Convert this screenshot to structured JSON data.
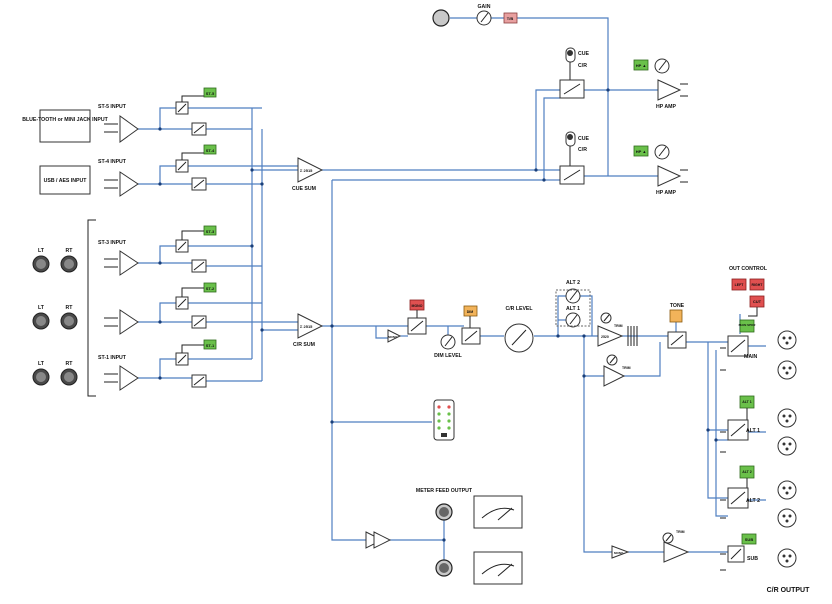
{
  "inputs": {
    "bluetooth": "BLUE-TOOTH or MINI JACK INPUT",
    "usb": "USB / AES INPUT",
    "st5": "ST-5 INPUT",
    "st4": "ST-4 INPUT",
    "st3": "ST-3 INPUT",
    "st1": "ST-1 INPUT",
    "lt": "LT",
    "rt": "RT"
  },
  "tags": {
    "st5": "ST-5",
    "st4": "ST-4",
    "st3": "ST-3",
    "st2": "ST-2",
    "st1": "ST-1",
    "tb": "T/B",
    "gain": "GAIN",
    "cue": "CUE",
    "cr": "C/R",
    "hp": "HP ▲",
    "hp_amp": "HP AMP",
    "cue_sum": "CUE SUM",
    "cr_sum": "C/R SUM",
    "sum_ic": "Σ 2515",
    "mono": "MONO",
    "dim": "DIM",
    "dim_level": "DIM LEVEL",
    "cr_level": "C/R LEVEL",
    "alt2": "ALT 2",
    "alt1": "ALT 1",
    "tone": "TONE",
    "trim": "TRIM",
    "ic2520": "2520",
    "out_control": "OUT CONTROL",
    "left": "LEFT",
    "right": "RIGHT",
    "cut": "CUT",
    "main_tag": "MAIN SPKR",
    "alt1_tag": "ALT 1",
    "alt2_tag": "ALT 2",
    "sub_tag": "SUB",
    "main": "MAIN",
    "alt1_out": "ALT 1",
    "alt2_out": "ALT 2",
    "sub": "SUB",
    "meter_feed": "METER FEED OUTPUT",
    "cr_output": "C/R OUTPUT"
  },
  "colors": {
    "wire": "#4f7fc1",
    "green": "#6ac04a",
    "red": "#e05050",
    "orange": "#f2b35a"
  }
}
